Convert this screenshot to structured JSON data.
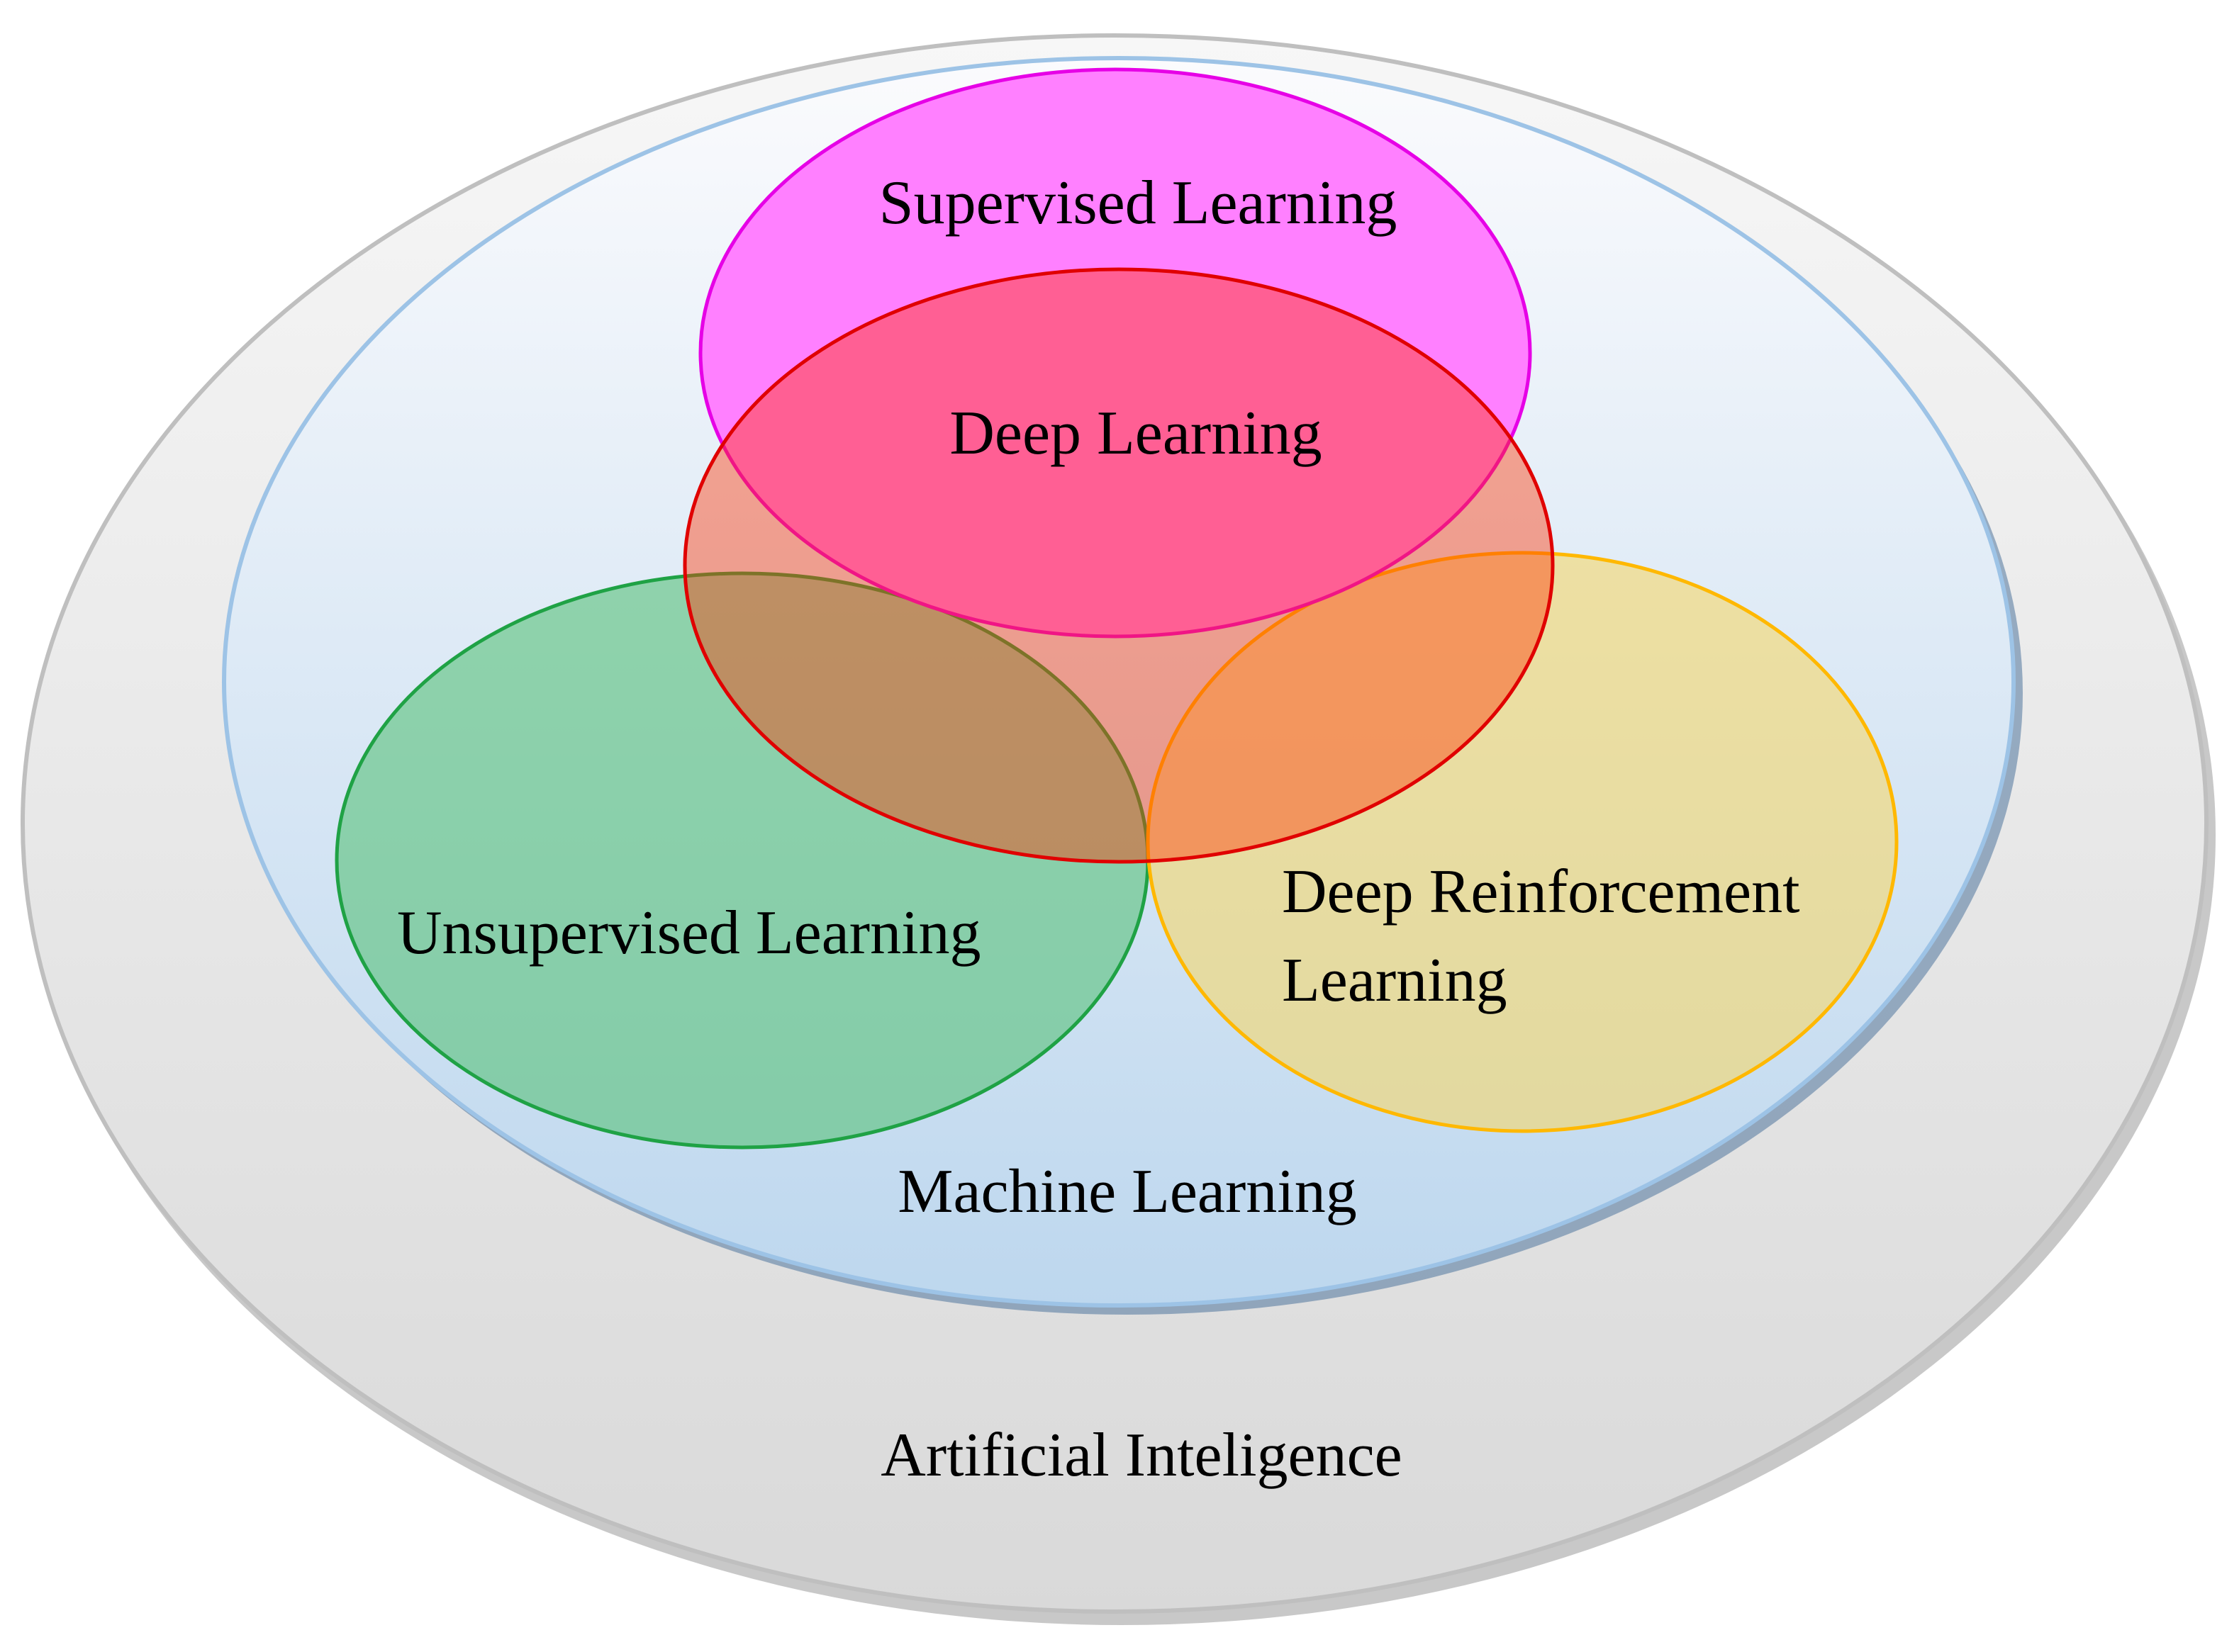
{
  "diagram": {
    "outer": {
      "label": "Artificial Inteligence",
      "fill_top": "#f7f7f7",
      "fill_bottom": "#d9d9d9",
      "stroke": "#bfbfbf"
    },
    "inner": {
      "label": "Machine Learning",
      "fill_top": "#fbfbfd",
      "fill_bottom": "#bdd7ee",
      "stroke": "#9dc3e6"
    },
    "circles": {
      "unsupervised": {
        "label": "Unsupervised Learning",
        "fill": "#58c27a",
        "stroke": "#1fa245"
      },
      "reinforcement": {
        "label_line1": "Deep Reinforcement",
        "label_line2": "Learning",
        "fill": "#f5d76a",
        "stroke": "#ffb800"
      },
      "supervised": {
        "label": "Supervised Learning",
        "fill": "#ff80ff",
        "stroke": "#e600e6"
      },
      "deep": {
        "label": "Deep Learning",
        "fill": "#ff3300",
        "stroke": "#e00000"
      }
    }
  }
}
